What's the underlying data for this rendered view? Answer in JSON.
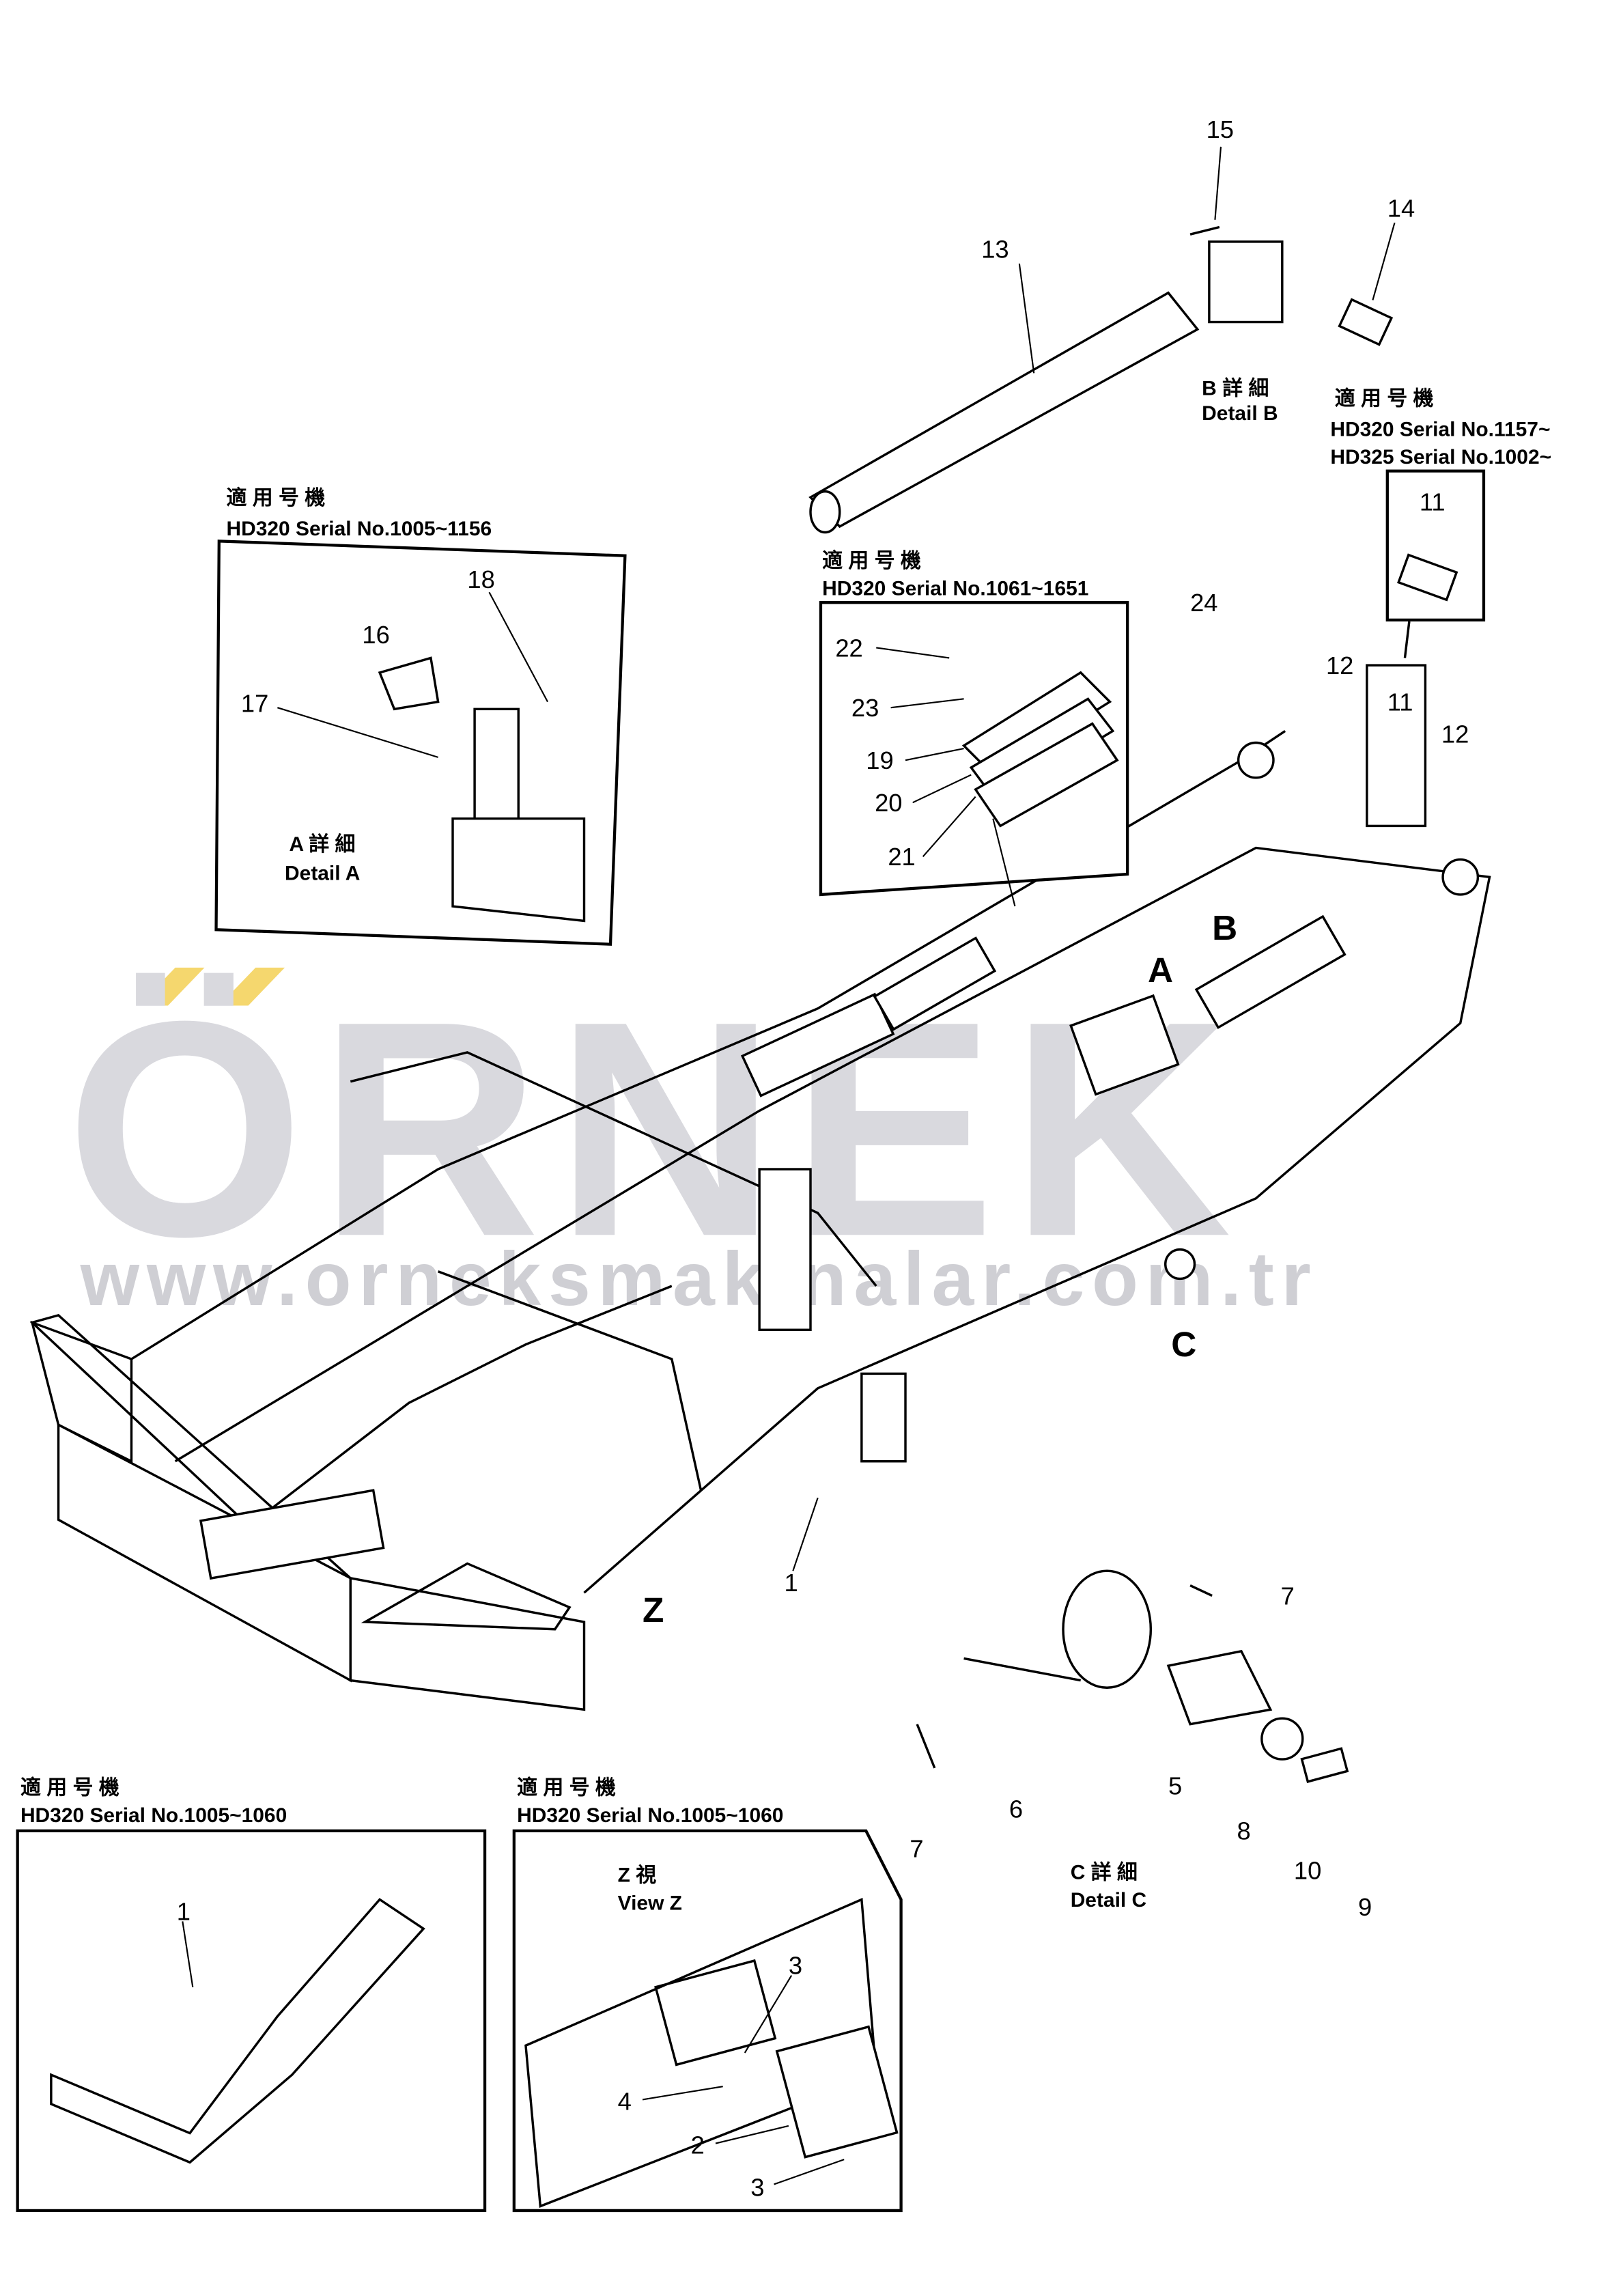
{
  "watermark": {
    "brand": "ÖRNEK",
    "url": "www.orneksmakinalar.com.tr",
    "accent_color": "#f5d76e",
    "gray_color": "#d9d9de"
  },
  "insets": {
    "detail_a": {
      "applicability": "適 用 号 機",
      "serial": "HD320 Serial No.1005~1156",
      "title_jp": "A 詳 細",
      "title_en": "Detail A"
    },
    "detail_shim": {
      "applicability": "適 用 号 機",
      "serial": "HD320 Serial No.1061~1651"
    },
    "detail_b": {
      "title_jp": "B 詳 細",
      "title_en": "Detail B",
      "applicability": "適 用 号 機",
      "serial_1": "HD320 Serial No.1157~",
      "serial_2": "HD325 Serial No.1002~"
    },
    "overview": {
      "applicability": "適 用 号 機",
      "serial": "HD320 Serial No.1005~1060"
    },
    "view_z": {
      "applicability": "適 用 号 機",
      "serial": "HD320 Serial No.1005~1060",
      "title_jp": "Z 視",
      "title_en": "View Z"
    },
    "detail_c": {
      "title_jp": "C 詳 細",
      "title_en": "Detail C"
    }
  },
  "view_markers": {
    "a": "A",
    "b": "B",
    "c": "C",
    "z": "Z"
  },
  "callouts": {
    "c15": "15",
    "c14": "14",
    "c13": "13",
    "c24": "24",
    "c12a": "12",
    "c11box": "11",
    "c11": "11",
    "c12b": "12",
    "c22": "22",
    "c23": "23",
    "c19": "19",
    "c20": "20",
    "c21": "21",
    "c18": "18",
    "c16": "16",
    "c17": "17",
    "c7a": "7",
    "c7b": "7",
    "c6": "6",
    "c5": "5",
    "c8": "8",
    "c10": "10",
    "c9": "9",
    "c1": "1",
    "c1inset": "1",
    "c3a": "3",
    "c4": "4",
    "c2": "2",
    "c3b": "3"
  }
}
